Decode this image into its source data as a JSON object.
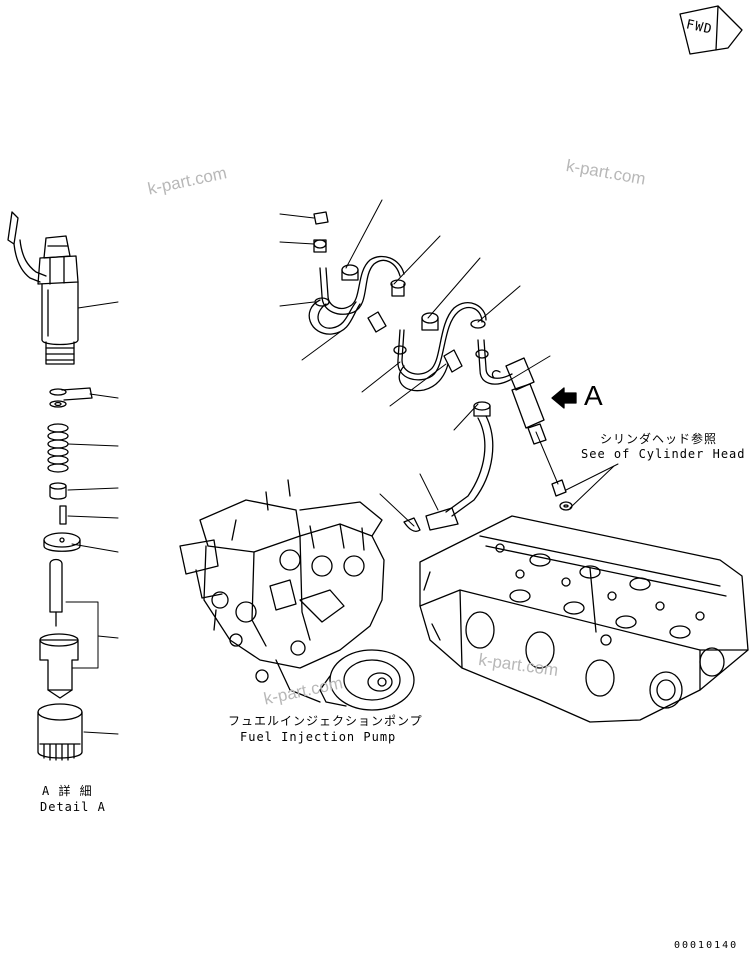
{
  "compass": {
    "text": "FWD"
  },
  "watermarks": [
    "k-part.com",
    "k-part.com",
    "k-part.com",
    "k-part.com"
  ],
  "callouts": {
    "view_marker": "A",
    "cylinder_head_ref_jp": "シリンダヘッド参照",
    "cylinder_head_ref_en": "See of Cylinder Head",
    "fuel_pump_jp": "フュエルインジェクションポンプ",
    "fuel_pump_en": "Fuel Injection Pump",
    "detail_jp": "A 詳 細",
    "detail_en": "Detail A"
  },
  "drawing_number": "00010140"
}
